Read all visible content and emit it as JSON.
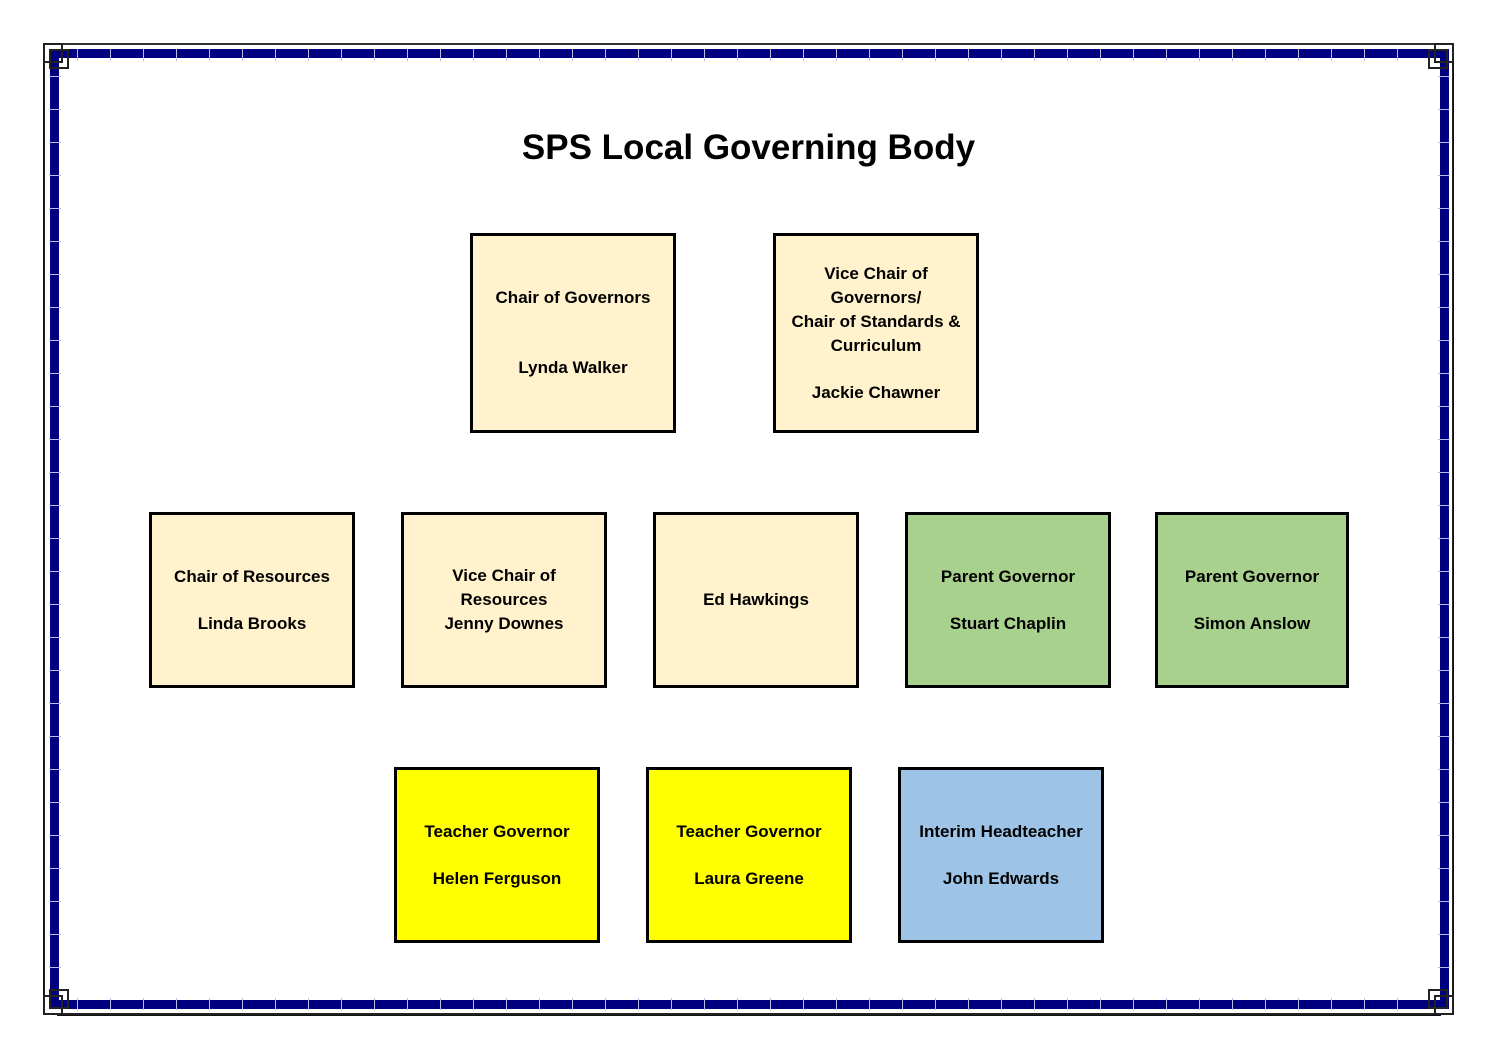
{
  "title": "SPS Local Governing Body",
  "colors": {
    "border_navy": "#000080",
    "cream": "#FFF2CC",
    "green": "#A9D18E",
    "yellow": "#FFFF00",
    "blue": "#9DC3E6"
  },
  "rows": [
    {
      "members": [
        {
          "role": "Chair of Governors",
          "name": "Lynda Walker",
          "color": "cream"
        },
        {
          "role": "Vice Chair of\nGovernors/\nChair of Standards &\nCurriculum",
          "name": "Jackie Chawner",
          "color": "cream"
        }
      ]
    },
    {
      "members": [
        {
          "role": "Chair of Resources",
          "name": "Linda Brooks",
          "color": "cream"
        },
        {
          "role": "Vice Chair of\nResources",
          "name": "Jenny Downes",
          "color": "cream"
        },
        {
          "role": "",
          "name": "Ed Hawkings",
          "color": "cream"
        },
        {
          "role": "Parent Governor",
          "name": "Stuart Chaplin",
          "color": "green"
        },
        {
          "role": "Parent Governor",
          "name": "Simon Anslow",
          "color": "green"
        }
      ]
    },
    {
      "members": [
        {
          "role": "Teacher Governor",
          "name": "Helen Ferguson",
          "color": "yellow"
        },
        {
          "role": "Teacher Governor",
          "name": "Laura Greene",
          "color": "yellow"
        },
        {
          "role": "Interim Headteacher",
          "name": "John Edwards",
          "color": "blue"
        }
      ]
    }
  ]
}
